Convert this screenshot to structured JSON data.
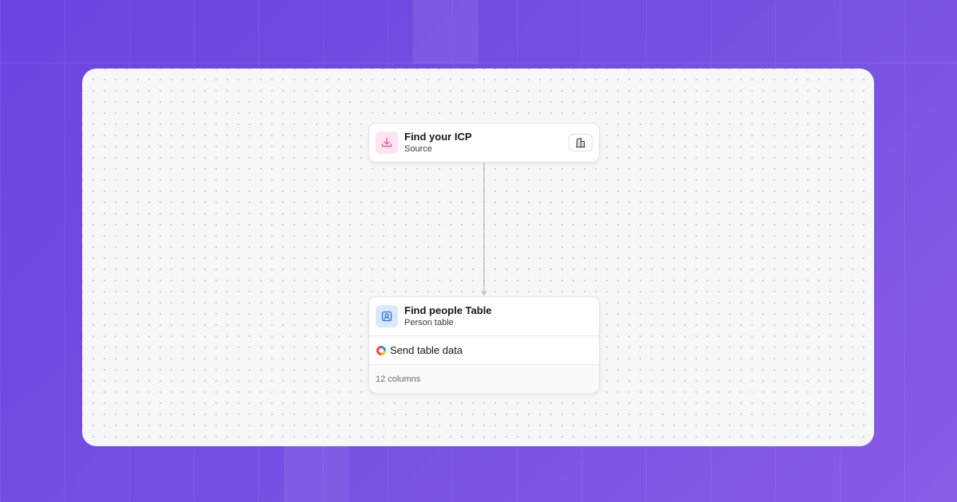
{
  "flow": {
    "source_node": {
      "title": "Find your ICP",
      "subtitle": "Source",
      "icon": "download-icon",
      "corner_icon": "building-icon"
    },
    "table_node": {
      "title": "Find people Table",
      "subtitle": "Person table",
      "icon": "person-card-icon",
      "action": {
        "label": "Send table data",
        "icon": "integration-logo-icon"
      },
      "footer": "12 columns"
    }
  },
  "colors": {
    "background": "#6a45e0",
    "pink_icon_bg": "#fce4f1",
    "pink_icon": "#e85aa8",
    "blue_icon_bg": "#d9e8fb",
    "blue_icon": "#2f6fd0"
  }
}
